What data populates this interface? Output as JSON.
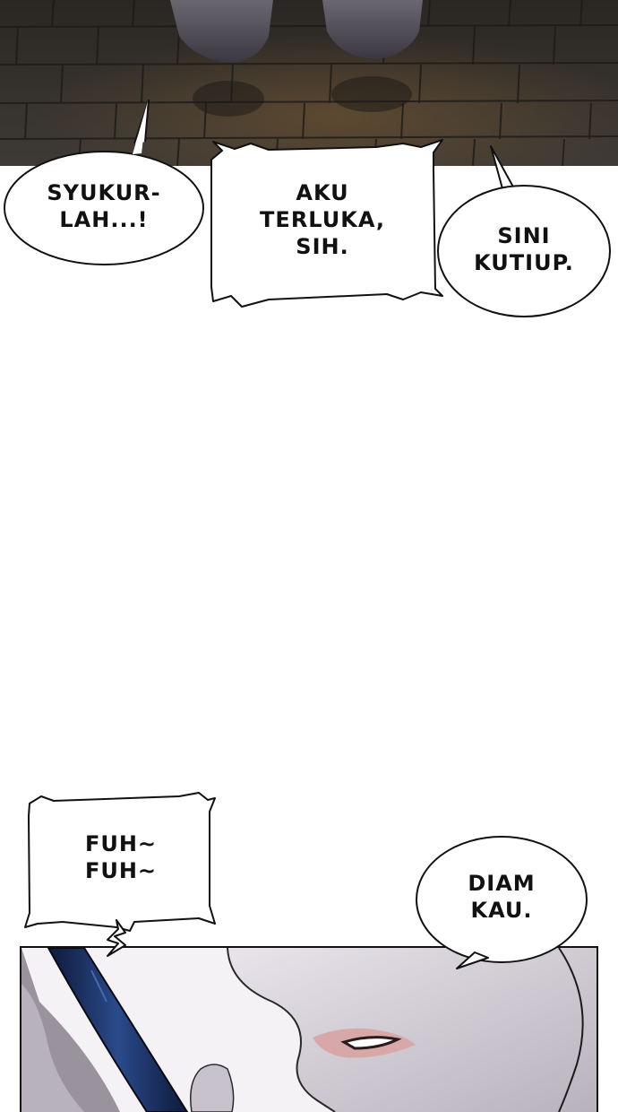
{
  "bubbles": {
    "syukurlah": {
      "lines": [
        "SYUKUR-",
        "LAH...!"
      ]
    },
    "terluka": {
      "lines": [
        "AKU",
        "TERLUKA,",
        "SIH."
      ]
    },
    "sini": {
      "lines": [
        "SINI",
        "KUTIUP."
      ]
    },
    "fuhfuh": {
      "lines": [
        "FUH~",
        "FUH~"
      ]
    },
    "diam": {
      "lines": [
        "DIAM",
        "KAU."
      ]
    }
  }
}
